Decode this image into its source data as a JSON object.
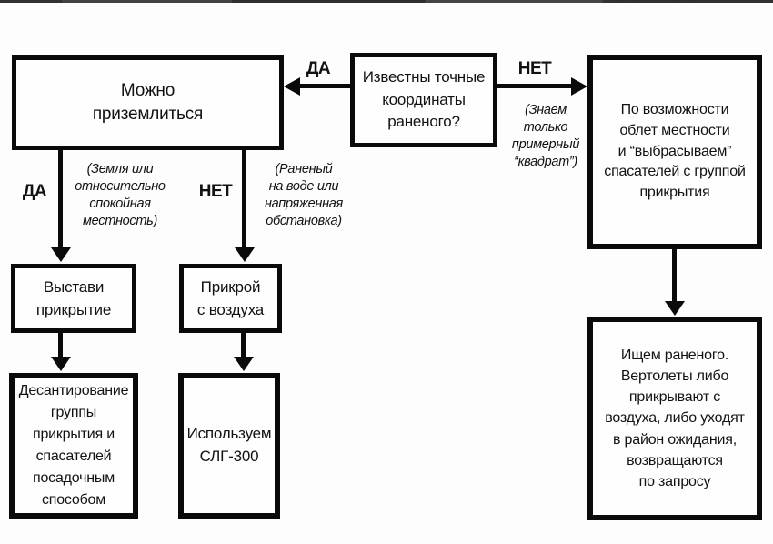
{
  "boxes": {
    "question": "Известны точные\nкоординаты\nраненого?",
    "can_land": "Можно\nприземлиться",
    "flyover": "По возможности\nоблет местности\nи “выбрасываем”\nспасателей с группой\nприкрытия",
    "set_cover": "Выстави\nприкрытие",
    "cover_air": "Прикрой\nс воздуха",
    "landing": "Десантирование\nгруппы\nприкрытия и\nспасателей\nпосадочным\nспособом",
    "use_slg": "Используем\nСЛГ-300",
    "search": "Ищем раненого.\nВертолеты либо\nприкрывают с\nвоздуха, либо уходят\nв район ожидания,\nвозвращаются\nпо запросу"
  },
  "labels": {
    "yes_top": "ДА",
    "no_top": "НЕТ",
    "yes_branch": "ДА",
    "no_branch": "НЕТ"
  },
  "notes": {
    "quadrat": "(Знаем\nтолько\nпримерный\n“квадрат”)",
    "ground": "(Земля или\nотносительно\nспокойная\nместность)",
    "water": "(Раненый\nна воде или\nнапряженная\nобстановка)"
  },
  "colors": {
    "ink": "#0a0a0a",
    "paper": "#fdfdfd"
  }
}
